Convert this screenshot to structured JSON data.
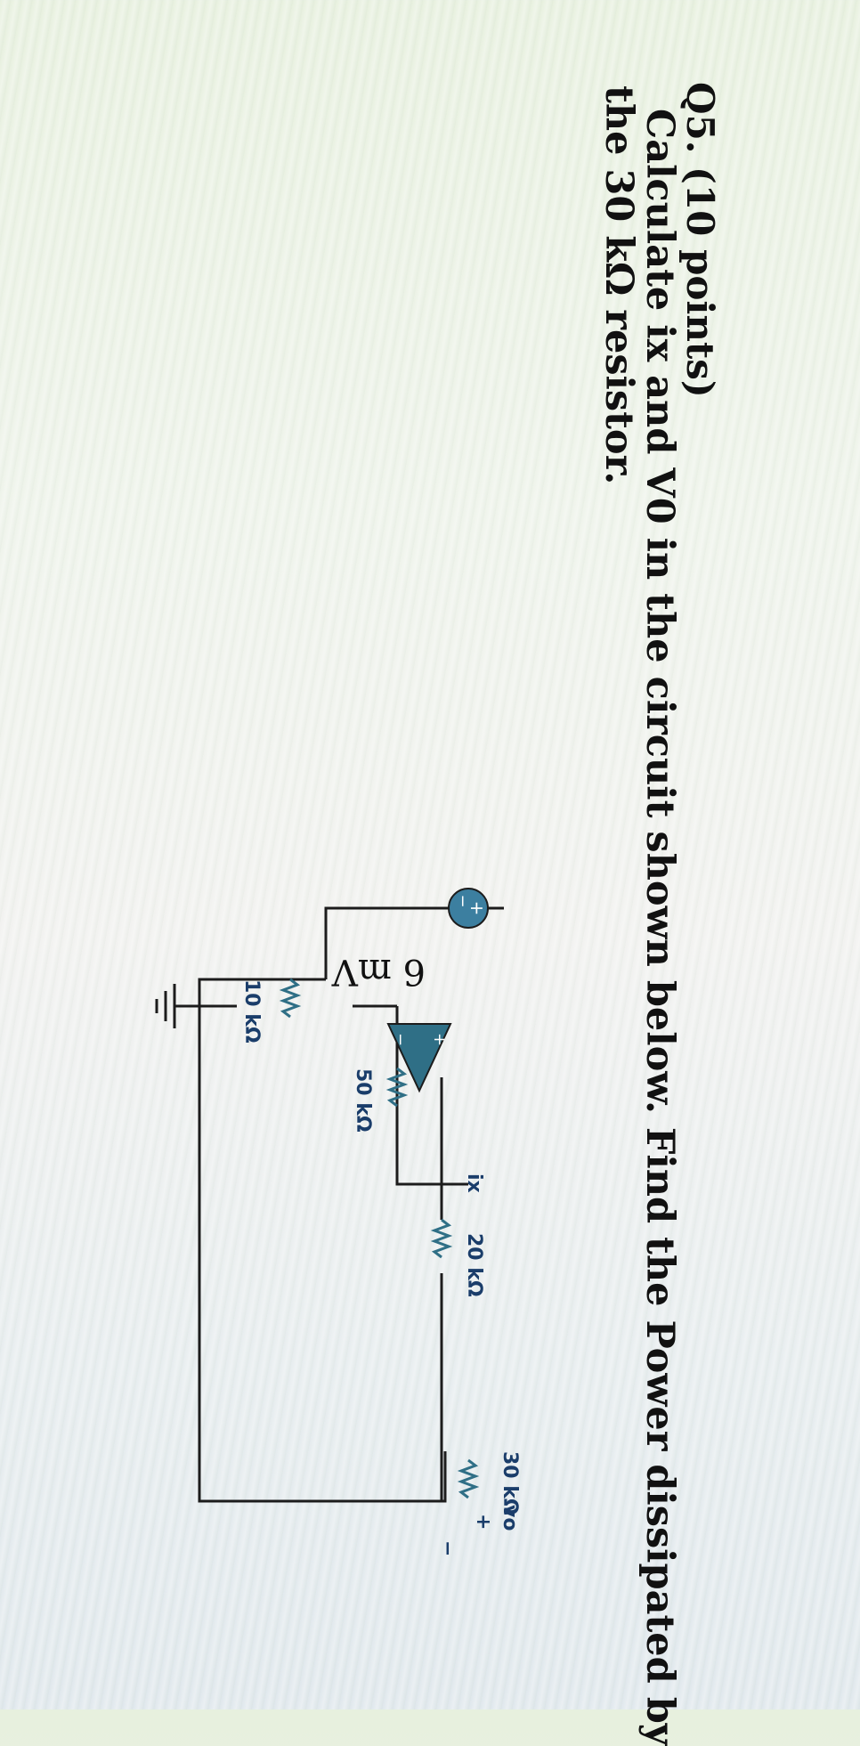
{
  "question": {
    "title": "Q5. (10 points)",
    "line1": "Calculate ix and V0 in the circuit shown below. Find the Power dissipated by",
    "line2": "the 30 kΩ resistor."
  },
  "circuit": {
    "source_label": "6 mV",
    "source_plus": "+",
    "source_minus": "−",
    "r_input": "10 kΩ",
    "r_feedback": "50 kΩ",
    "r_series": "20 kΩ",
    "r_load": "30 kΩ",
    "ix_label": "ix",
    "vo_label": "vo",
    "vo_plus": "+",
    "vo_minus": "−",
    "opamp_plus": "+",
    "opamp_minus": "−",
    "colors": {
      "wire": "#1c1c1c",
      "component": "#2f6f86",
      "label": "#1a3d6a"
    }
  }
}
